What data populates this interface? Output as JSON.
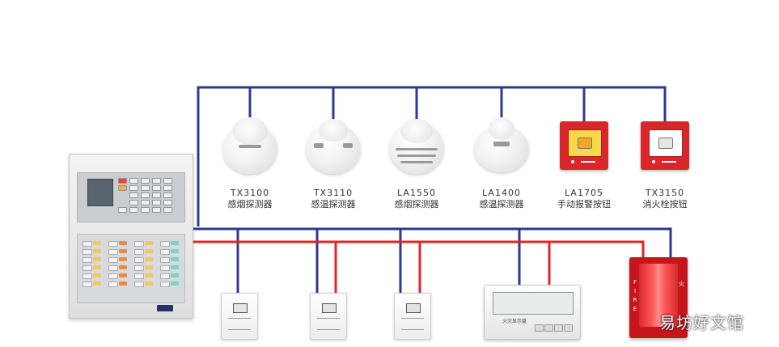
{
  "colors": {
    "loop_wire": "#2c3a92",
    "power_wire": "#e0242a",
    "device_red": "#d8262b"
  },
  "detectors": [
    {
      "model": "TX3100",
      "name": "感烟探测器",
      "icon": "smoke-detector-icon"
    },
    {
      "model": "TX3110",
      "name": "感温探测器",
      "icon": "heat-detector-icon"
    },
    {
      "model": "LA1550",
      "name": "感烟探测器",
      "icon": "smoke-detector-icon"
    },
    {
      "model": "LA1400",
      "name": "感温探测器",
      "icon": "heat-detector-icon"
    },
    {
      "model": "LA1705",
      "name": "手动报警按钮",
      "icon": "manual-call-point-icon"
    },
    {
      "model": "TX3150",
      "name": "消火栓按钮",
      "icon": "hydrant-button-icon"
    }
  ],
  "bottom_devices": [
    {
      "icon": "io-module-icon"
    },
    {
      "icon": "io-module-icon"
    },
    {
      "icon": "io-module-icon"
    },
    {
      "icon": "fire-display-panel-icon"
    },
    {
      "icon": "fire-strobe-icon"
    }
  ],
  "control_panel": {
    "icon": "fire-alarm-control-panel-icon"
  },
  "display_panel": {
    "title": "火灾显示盘"
  },
  "strobe": {
    "vertical_text": "FIRE",
    "cn_text": "火"
  },
  "watermark": "易坊好文馆"
}
